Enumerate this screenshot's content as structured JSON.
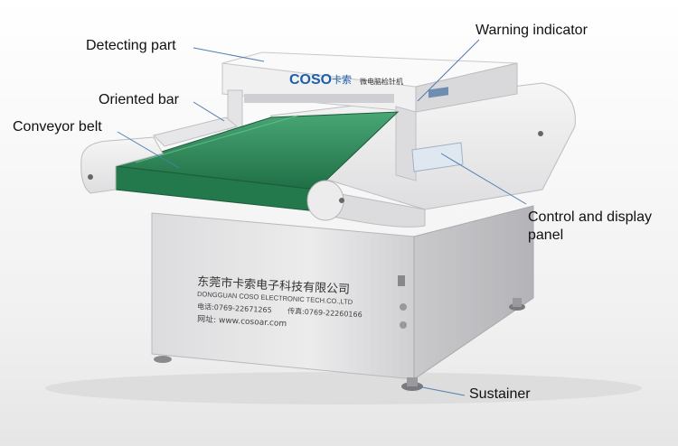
{
  "labels": {
    "detecting_part": "Detecting part",
    "warning_indicator": "Warning indicator",
    "oriented_bar": "Oriented bar",
    "conveyor_belt": "Conveyor belt",
    "control_panel_line1": "Control and display",
    "control_panel_line2": "panel",
    "sustainer": "Sustainer"
  },
  "machine": {
    "brand": "COSO",
    "brand_cn": "卡索",
    "model_cn": "微电脑检针机",
    "company_cn": "东莞市卡索电子科技有限公司",
    "company_en": "DONGGUAN COSO ELECTRONIC TECH.CO.,LTD",
    "phone": "电话:0769-22671265",
    "fax": "传真:0769-22260166",
    "website": "网址: www.cosoar.com"
  },
  "colors": {
    "body": "#e9e9ea",
    "belt": "#2f8a5a",
    "leader_line": "#4d7fb0",
    "brand_blue": "#1d5fa8"
  }
}
